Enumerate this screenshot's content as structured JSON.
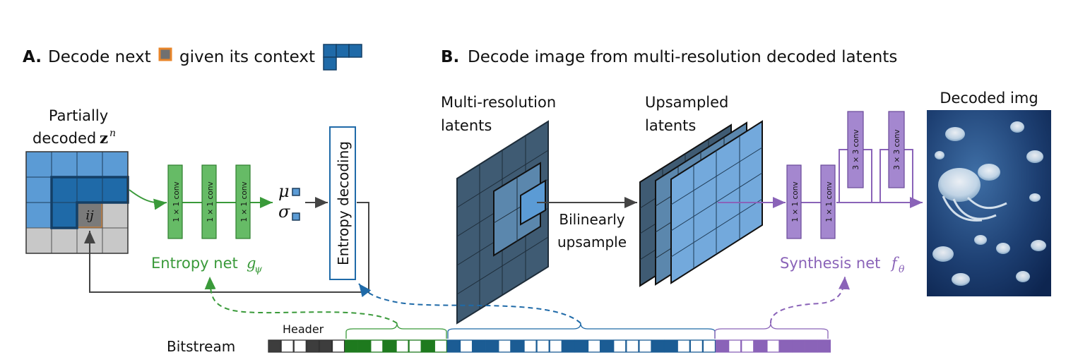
{
  "panel_a": {
    "label": "A.",
    "title_pre": "Decode next",
    "title_post": "given its context",
    "grid_title_line1": "Partially",
    "grid_title_line2": "decoded",
    "grid_symbol": "z",
    "grid_symbol_sup": "n",
    "cell_label": "ij",
    "conv_label": "1 × 1 conv",
    "entropy_net_label": "Entropy net",
    "entropy_net_symbol": "g",
    "entropy_net_sub": "ψ",
    "mu": "μ",
    "sigma": "σ",
    "entropy_decoding": "Entropy decoding"
  },
  "panel_b": {
    "label": "B.",
    "title": "Decode image from multi-resolution decoded latents",
    "latents_line1": "Multi-resolution",
    "latents_line2": "latents",
    "upsampled_line1": "Upsampled",
    "upsampled_line2": "latents",
    "bilinear_line1": "Bilinearly",
    "bilinear_line2": "upsample",
    "conv1x1": "1 × 1 conv",
    "conv3x3": "3 × 3 conv",
    "synthesis_label": "Synthesis net",
    "synthesis_symbol": "f",
    "synthesis_sub": "θ",
    "decoded_img": "Decoded img"
  },
  "bitstream": {
    "label": "Bitstream",
    "header": "Header"
  },
  "colors": {
    "green": "#3a9a3a",
    "green_dark": "#1e7a1e",
    "green_fill": "#66bb66",
    "blue": "#1f6aa8",
    "blue_mid": "#5b9bd5",
    "blue_dark": "#1b5c94",
    "orange": "#e8852a",
    "purple": "#8a63b8",
    "purple_fill": "#a487cf",
    "slate": "#3f5b73",
    "gray": "#c8c8c8"
  }
}
